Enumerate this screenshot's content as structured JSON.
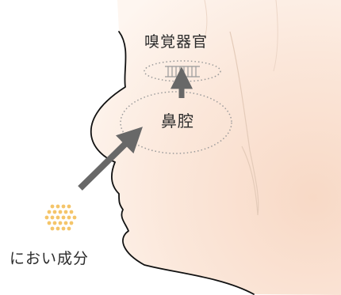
{
  "labels": {
    "olfactory_organ": "嗅覚器官",
    "nasal_cavity": "鼻腔",
    "odor_components": "におい成分"
  },
  "colors": {
    "skin_light": "#fdf0e6",
    "skin_glow": "#f8d9c6",
    "outline": "#111111",
    "dotted": "#9a9a9a",
    "arrow": "#686868",
    "odor_dot": "#f4c56a",
    "text": "#2b2b2b"
  },
  "icons": {
    "arrow": "arrow-icon",
    "particles": "odor-particles-icon"
  }
}
